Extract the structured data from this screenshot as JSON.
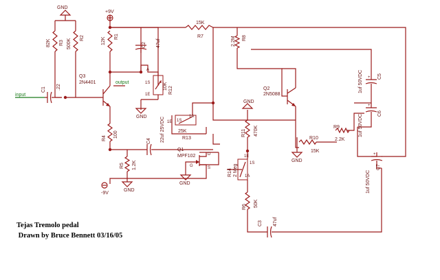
{
  "title": "Tejas Tremolo pedal",
  "credit": " Drawn by Bruce Bennett 03/16/05",
  "supply": {
    "vplus": "+9V",
    "vminus": "-9V",
    "gnd": "GND"
  },
  "nets": {
    "input": "input",
    "output": "output"
  },
  "pins": {
    "one_e": "1E",
    "one_s": "1S",
    "one_a": "1A",
    "a": "A",
    "g": "G",
    "s": "S",
    "d": "D"
  },
  "parts": {
    "R1": {
      "ref": "R1",
      "val": "12K"
    },
    "R2": {
      "ref": "R2",
      "val": "500K"
    },
    "R3": {
      "ref": "R3",
      "val": "82K"
    },
    "R4": {
      "ref": "R4",
      "val": "100"
    },
    "R5": {
      "ref": "R5",
      "val": "1.2K"
    },
    "R6": {
      "ref": "R6",
      "val": "50K"
    },
    "R7": {
      "ref": "R7",
      "val": "15K"
    },
    "R8": {
      "ref": "R8",
      "val": "2.2M"
    },
    "R9": {
      "ref": "R9",
      "val": "2.2K"
    },
    "R10": {
      "ref": "R10",
      "val": "15K"
    },
    "R11": {
      "ref": "R11",
      "val": "470K"
    },
    "R12": {
      "ref": "R12",
      "val": "10K"
    },
    "R13": {
      "ref": "R13",
      "val": "25K"
    },
    "R14": {
      "ref": "R14",
      "val": "2 Meg"
    },
    "C1": {
      "ref": "C1",
      "val": ".22"
    },
    "C2": {
      "ref": "C2",
      "val": "47uf"
    },
    "C3": {
      "ref": "C3",
      "val": "47uf"
    },
    "C4": {
      "ref": "C4",
      "val": "22uf 25VDC"
    },
    "C5": {
      "ref": "C5",
      "val": "1uf 50VDC"
    },
    "C6": {
      "ref": "C6",
      "val": "1uf 50VDC"
    },
    "C7": {
      "ref": "C7",
      "val": "1uf 50VDC"
    },
    "Q1": {
      "ref": "Q1",
      "val": "MPF102"
    },
    "Q2": {
      "ref": "Q2",
      "val": "2N5088"
    },
    "Q3": {
      "ref": "Q3",
      "val": "2N4401"
    }
  }
}
